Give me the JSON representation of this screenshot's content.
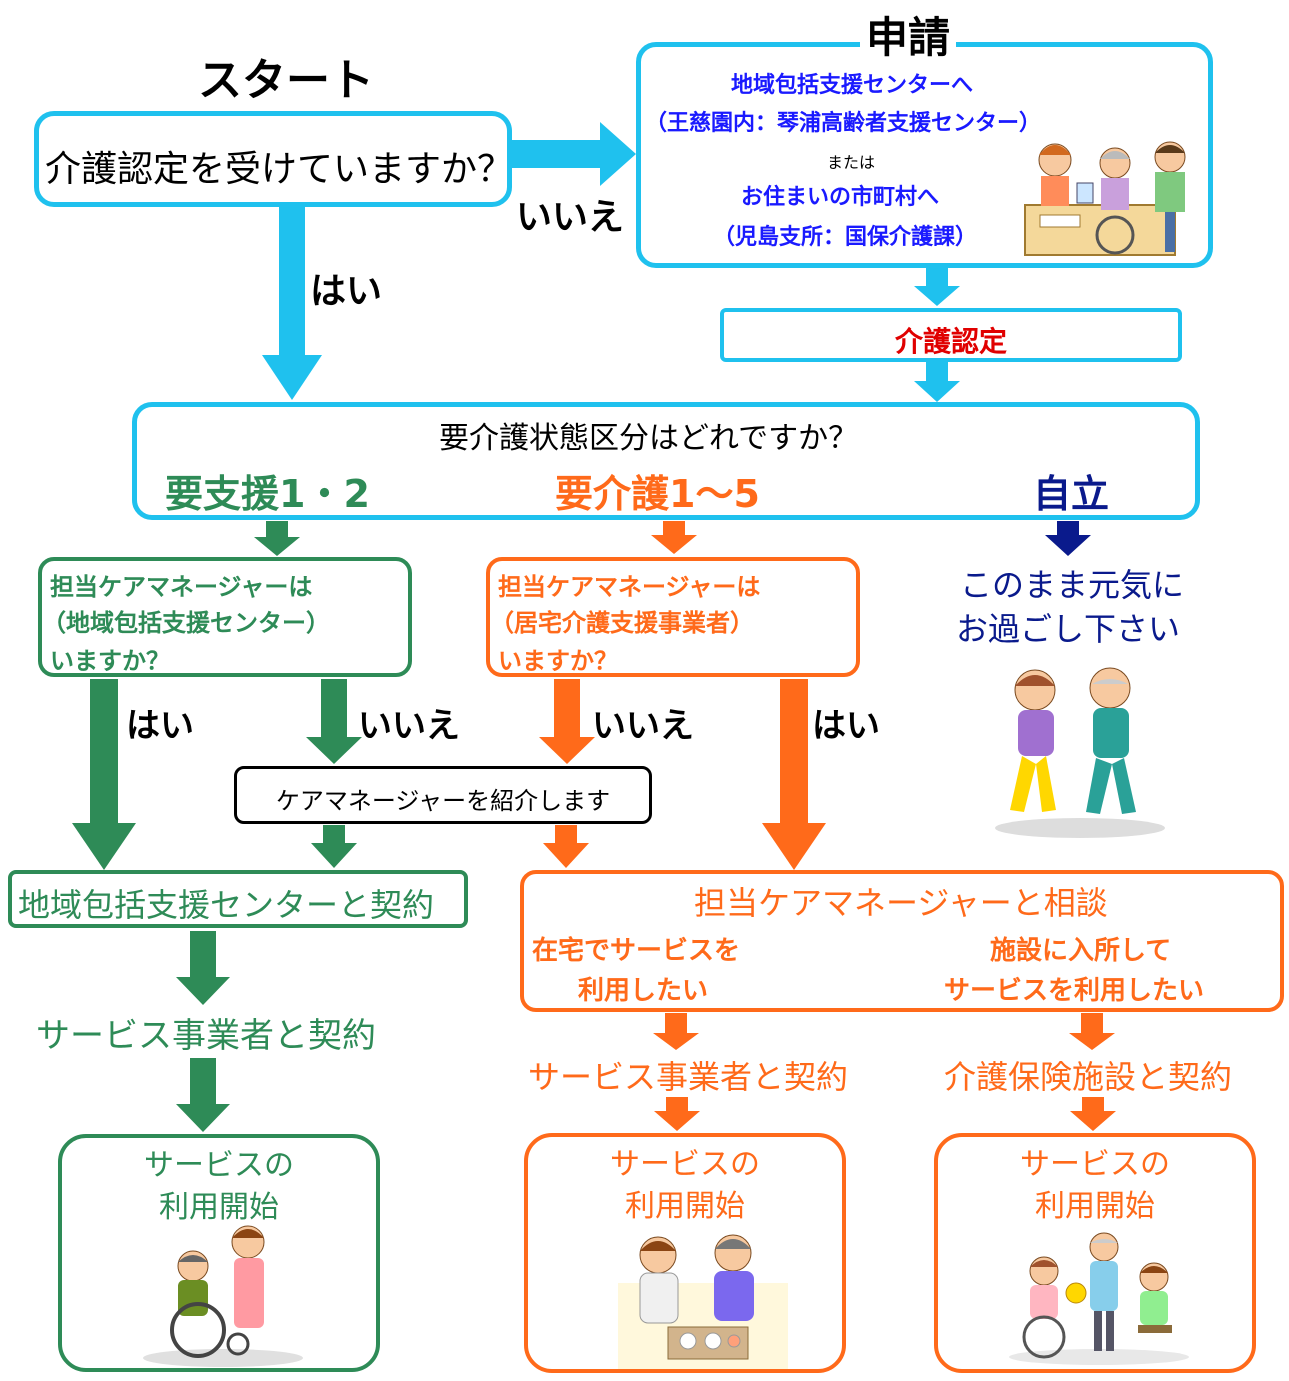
{
  "colors": {
    "cyan": "#1fc1ee",
    "green": "#2e8b57",
    "orange": "#ff6a1a",
    "navy": "#0a1a8c",
    "blue": "#1a1aff",
    "red": "#e00000"
  },
  "start": {
    "label": "スタート"
  },
  "q1": {
    "question": "介護認定を受けていますか？",
    "yes": "はい",
    "no": "いいえ"
  },
  "apply": {
    "title": "申請",
    "line1": "地域包括支援センターへ",
    "line2": "（王慈園内：琴浦高齢者支援センター）",
    "or": "または",
    "line3": "お住まいの市町村へ",
    "line4": "（児島支所：国保介護課）"
  },
  "certification": {
    "label": "介護認定"
  },
  "q2": {
    "question": "要介護状態区分はどれですか？",
    "support": "要支援1・2",
    "care": "要介護1～5",
    "independent": "自立"
  },
  "support_branch": {
    "q_line1": "担当ケアマネージャーは",
    "q_line2": "（地域包括支援センター）",
    "q_line3": "いますか？",
    "yes": "はい",
    "no": "いいえ",
    "contract_center": "地域包括支援センターと契約",
    "contract_provider": "サービス事業者と契約",
    "start_line1": "サービスの",
    "start_line2": "利用開始"
  },
  "introduce": {
    "label": "ケアマネージャーを紹介します"
  },
  "care_branch": {
    "q_line1": "担当ケアマネージャーは",
    "q_line2": "（居宅介護支援事業者）",
    "q_line3": "いますか？",
    "no": "いいえ",
    "yes": "はい",
    "consult": "担当ケアマネージャーと相談",
    "home_line1": "在宅でサービスを",
    "home_line2": "利用したい",
    "facility_line1": "施設に入所して",
    "facility_line2": "サービスを利用したい",
    "contract_provider": "サービス事業者と契約",
    "contract_facility": "介護保険施設と契約",
    "start_line1": "サービスの",
    "start_line2": "利用開始",
    "start2_line1": "サービスの",
    "start2_line2": "利用開始"
  },
  "independent_branch": {
    "line1": "このまま元気に",
    "line2": "お過ごし下さい"
  }
}
